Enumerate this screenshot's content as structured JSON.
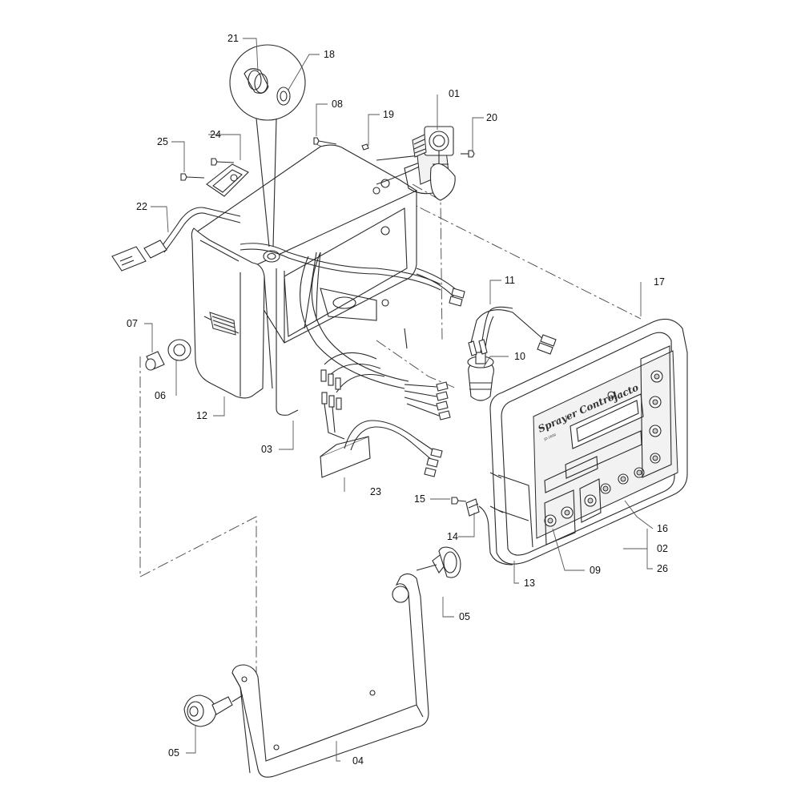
{
  "brand": {
    "logo_text": "Sprayer Control",
    "model_text": "JD-2000",
    "maker_text": "jacto"
  },
  "callouts": [
    {
      "id": "c01",
      "label": "01"
    },
    {
      "id": "c02",
      "label": "02"
    },
    {
      "id": "c03",
      "label": "03"
    },
    {
      "id": "c04",
      "label": "04"
    },
    {
      "id": "c05a",
      "label": "05"
    },
    {
      "id": "c05b",
      "label": "05"
    },
    {
      "id": "c06",
      "label": "06"
    },
    {
      "id": "c07",
      "label": "07"
    },
    {
      "id": "c08",
      "label": "08"
    },
    {
      "id": "c09",
      "label": "09"
    },
    {
      "id": "c10",
      "label": "10"
    },
    {
      "id": "c11",
      "label": "11"
    },
    {
      "id": "c12",
      "label": "12"
    },
    {
      "id": "c13",
      "label": "13"
    },
    {
      "id": "c14",
      "label": "14"
    },
    {
      "id": "c15",
      "label": "15"
    },
    {
      "id": "c16",
      "label": "16"
    },
    {
      "id": "c17",
      "label": "17"
    },
    {
      "id": "c18",
      "label": "18"
    },
    {
      "id": "c19",
      "label": "19"
    },
    {
      "id": "c20",
      "label": "20"
    },
    {
      "id": "c21",
      "label": "21"
    },
    {
      "id": "c22",
      "label": "22"
    },
    {
      "id": "c23",
      "label": "23"
    },
    {
      "id": "c24",
      "label": "24"
    },
    {
      "id": "c25",
      "label": "25"
    },
    {
      "id": "c26",
      "label": "26"
    }
  ]
}
